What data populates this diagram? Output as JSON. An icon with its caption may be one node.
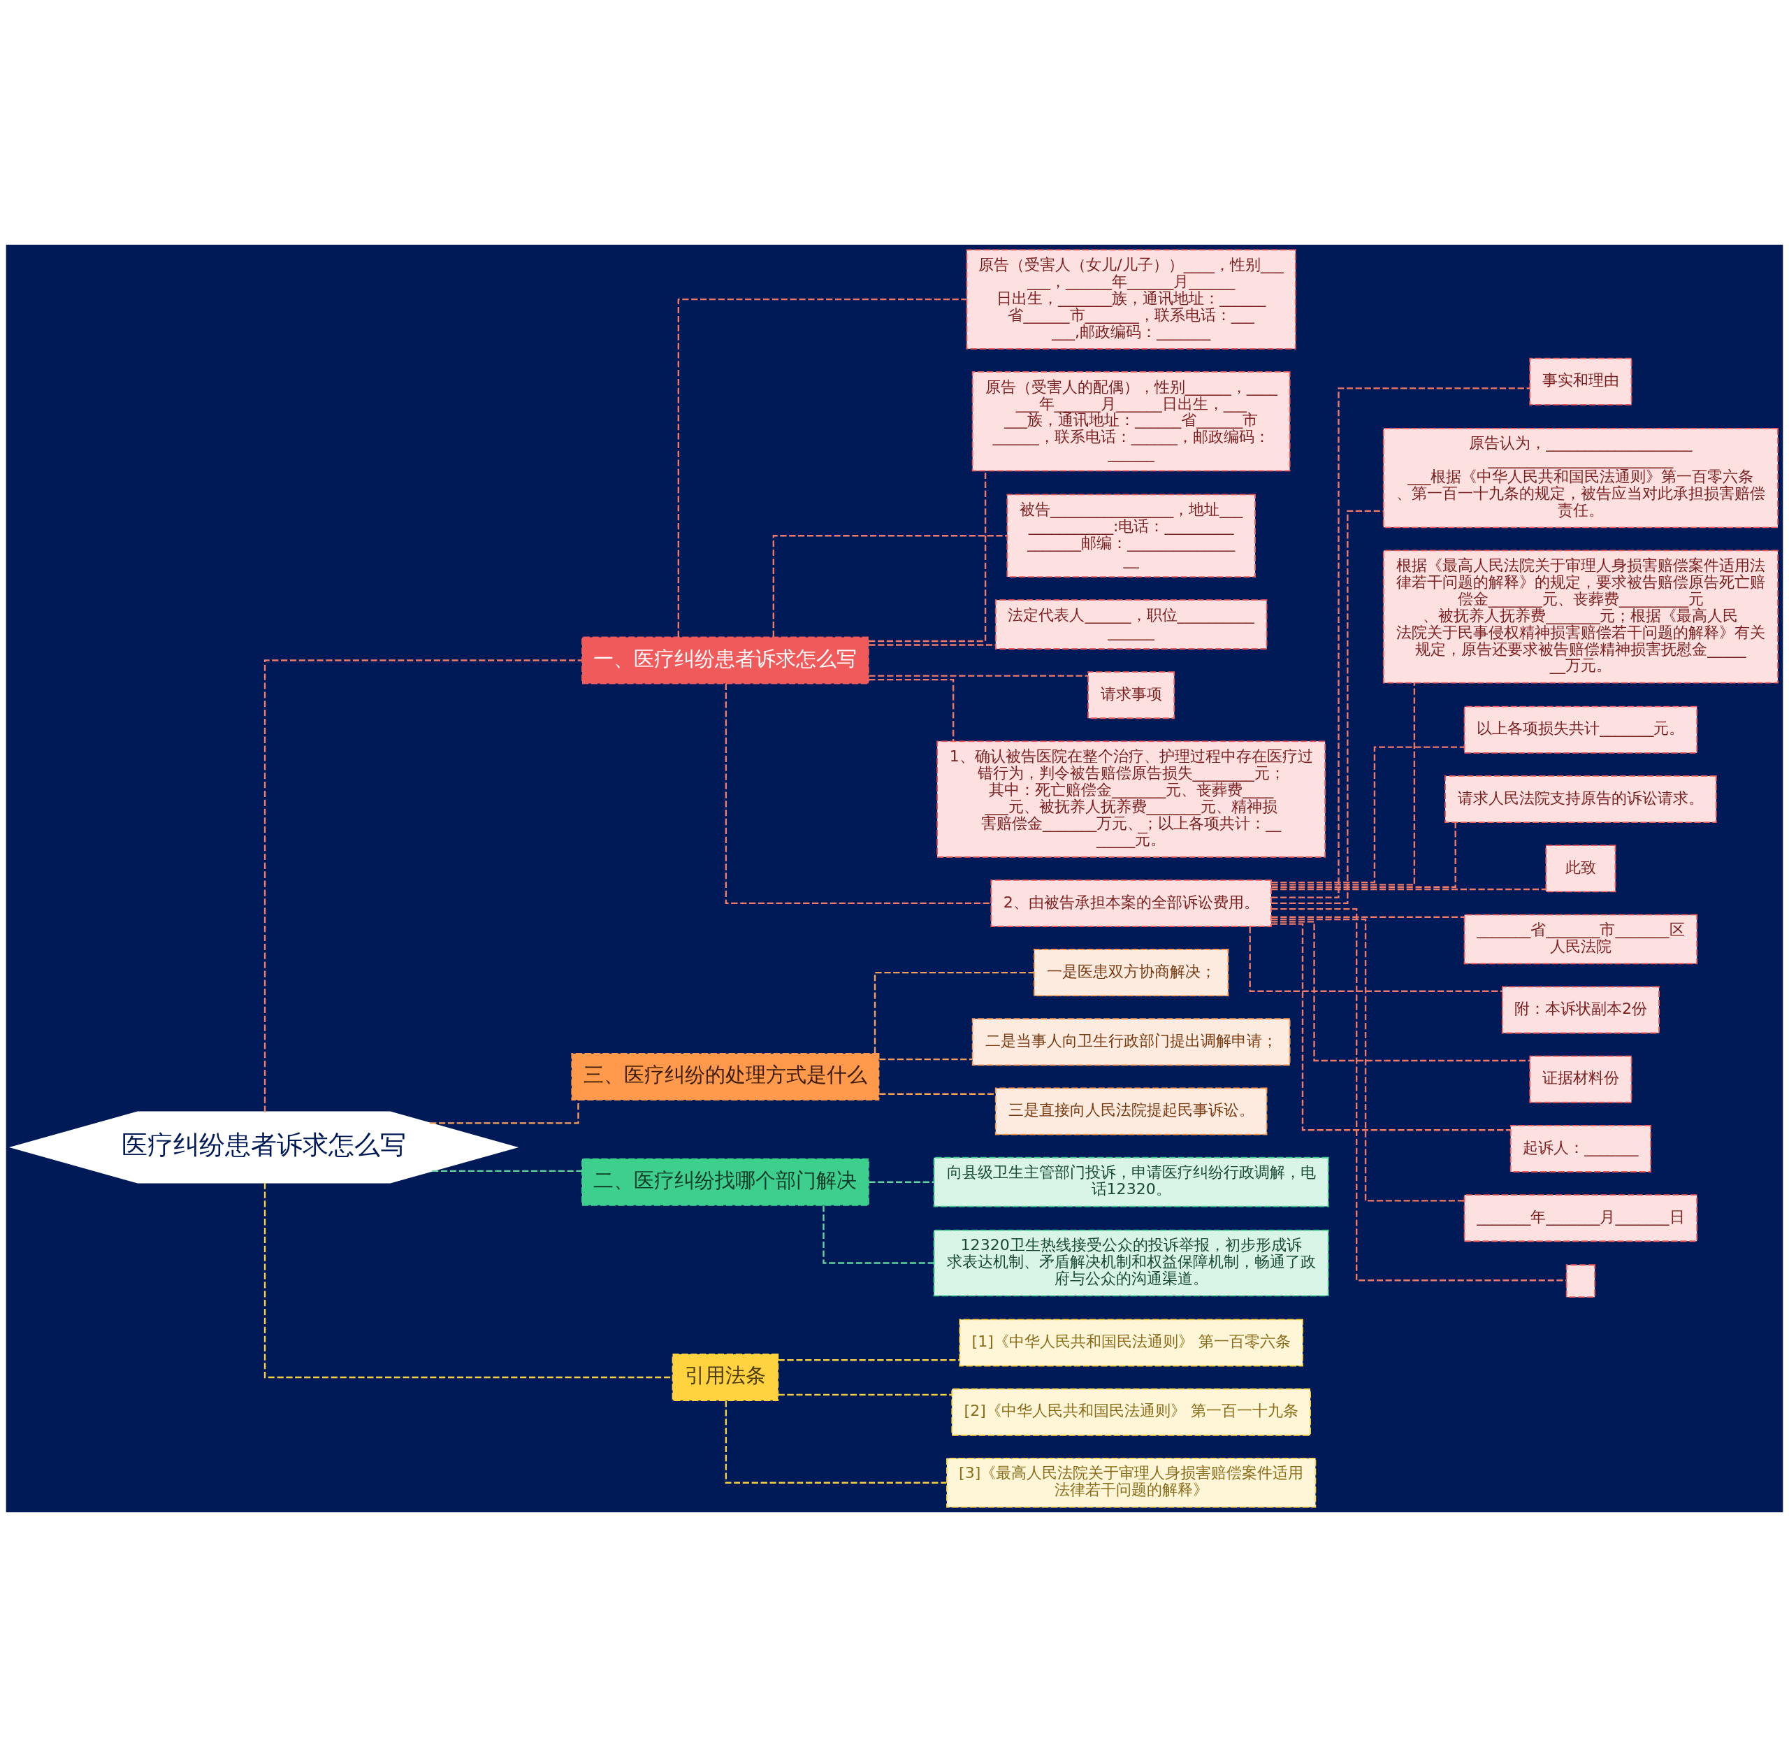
{
  "diagram": {
    "nodes": [
      {
        "text": [
          "医疗纠纷患者诉求怎么写"
        ]
      },
      {
        "text": [
          "一、医疗纠纷患者诉求怎么写"
        ]
      },
      {
        "text": [
          "原告（受害人（女儿/儿子））____，性别______，______年______月______日出生，_______族，通讯地址：______省______市_______，联系电话：______,邮政编码：_______"
        ]
      },
      {
        "text": [
          "原告（受害人的配偶），性别______，_______年______月______日出生，______族，通讯地址：______省______市______，联系电话：______，邮政编码：______"
        ]
      },
      {
        "text": [
          "被告________________，地址______________:电话：________________邮编：________________"
        ]
      },
      {
        "text": [
          "法定代表人______，职位________________"
        ]
      },
      {
        "text": [
          "请求事项"
        ]
      },
      {
        "text": [
          "1、确认被告医院在整个治疗、护理过程中存在医疗过错行为，判令被告赔偿原告损失________元；其中：死亡赔偿金_______元、丧葬费_______元、被抚养人抚养费_______元、精神损害赔偿金_______万元、；以上各项共计：_______元。"
        ]
      },
      {
        "text": [
          "2、由被告承担本案的全部诉讼费用。"
        ]
      },
      {
        "text": [
          "事实和理由"
        ]
      },
      {
        "text": [
          "原告认为，______________________________________________根据《中华人民共和国民法通则》第一百零六条、第一百一十九条的规定，被告应当对此承担损害赔偿责任。"
        ]
      },
      {
        "text": [
          "根据《最高人民法院关于审理人身损害赔偿案件适用法律若干问题的解释》的规定，要求被告赔偿原告死亡赔偿金_______元、丧葬费_________元、被抚养人抚养费_______元；根据《最高人民法院关于民事侵权精神损害赔偿若干问题的解释》有关规定，原告还要求被告赔偿精神损害抚慰金_______万元。"
        ]
      },
      {
        "text": [
          "以上各项损失共计_______元。"
        ]
      },
      {
        "text": [
          "请求人民法院支持原告的诉讼请求。"
        ]
      },
      {
        "text": [
          "此致"
        ]
      },
      {
        "text": [
          "_______省_______市_______区人民法院"
        ]
      },
      {
        "text": [
          "附：本诉状副本2份"
        ]
      },
      {
        "text": [
          "证据材料份"
        ]
      },
      {
        "text": [
          "起诉人：_______"
        ]
      },
      {
        "text": [
          "_______年_______月_______日"
        ]
      },
      {
        "text": [],
        "shape": "box"
      },
      {
        "text": [
          "三、医疗纠纷的处理方式是什么"
        ]
      },
      {
        "text": [
          "一是医患双方协商解决；"
        ]
      },
      {
        "text": [
          "二是当事人向卫生行政部门提出调解申请；"
        ]
      },
      {
        "text": [
          "三是直接向人民法院提起民事诉讼。"
        ]
      },
      {
        "text": [
          "二、医疗纠纷找哪个部门解决"
        ]
      },
      {
        "text": [
          "向县级卫生主管部门投诉，申请医疗纠纷行政调解，电话12320。"
        ]
      },
      {
        "text": [
          "12320卫生热线接受公众的投诉举报，初步形成诉求表达机制、矛盾解决机制和权益保障机制，畅通了政府与公众的沟通渠道。"
        ]
      },
      {
        "text": [
          "引用法条"
        ]
      },
      {
        "text": [
          "[1]《中华人民共和国民法通则》 第一百零六条"
        ]
      },
      {
        "text": [
          "[2]《中华人民共和国民法通则》 第一百一十九条"
        ]
      },
      {
        "text": [
          "[3]《最高人民法院关于审理人身损害赔偿案件适用法律若干问题的解释》"
        ]
      }
    ],
    "edges": [
      {
        "from": 0,
        "to": 1,
        "arrow": "none",
        "style": "dashed",
        "color": "#f07a6a"
      },
      {
        "from": 1,
        "to": 2,
        "arrow": "none",
        "style": "dashed",
        "color": "#f07a6a"
      },
      {
        "from": 1,
        "to": 3,
        "arrow": "none",
        "style": "dashed",
        "color": "#f07a6a"
      },
      {
        "from": 1,
        "to": 4,
        "arrow": "none",
        "style": "dashed",
        "color": "#f07a6a"
      },
      {
        "from": 1,
        "to": 5,
        "arrow": "none",
        "style": "dashed",
        "color": "#f07a6a"
      },
      {
        "from": 1,
        "to": 6,
        "arrow": "none",
        "style": "dashed",
        "color": "#f07a6a"
      },
      {
        "from": 1,
        "to": 7,
        "arrow": "none",
        "style": "dashed",
        "color": "#f07a6a"
      },
      {
        "from": 1,
        "to": 8,
        "arrow": "none",
        "style": "dashed",
        "color": "#f07a6a"
      },
      {
        "from": 8,
        "to": 9,
        "arrow": "none",
        "style": "dashed",
        "color": "#f07a6a"
      },
      {
        "from": 8,
        "to": 10,
        "arrow": "none",
        "style": "dashed",
        "color": "#f07a6a"
      },
      {
        "from": 8,
        "to": 11,
        "arrow": "none",
        "style": "dashed",
        "color": "#f07a6a"
      },
      {
        "from": 8,
        "to": 12,
        "arrow": "none",
        "style": "dashed",
        "color": "#f07a6a"
      },
      {
        "from": 8,
        "to": 13,
        "arrow": "none",
        "style": "dashed",
        "color": "#f07a6a"
      },
      {
        "from": 8,
        "to": 14,
        "arrow": "none",
        "style": "dashed",
        "color": "#f07a6a"
      },
      {
        "from": 8,
        "to": 15,
        "arrow": "none",
        "style": "dashed",
        "color": "#f07a6a"
      },
      {
        "from": 8,
        "to": 16,
        "arrow": "none",
        "style": "dashed",
        "color": "#f07a6a"
      },
      {
        "from": 8,
        "to": 17,
        "arrow": "none",
        "style": "dashed",
        "color": "#f07a6a"
      },
      {
        "from": 8,
        "to": 18,
        "arrow": "none",
        "style": "dashed",
        "color": "#f07a6a"
      },
      {
        "from": 8,
        "to": 19,
        "arrow": "none",
        "style": "dashed",
        "color": "#f07a6a"
      },
      {
        "from": 8,
        "to": 20,
        "arrow": "none",
        "style": "dashed",
        "color": "#f07a6a"
      },
      {
        "from": 0,
        "to": 21,
        "arrow": "none",
        "style": "dashed",
        "color": "#f5a05a"
      },
      {
        "from": 21,
        "to": 22,
        "arrow": "none",
        "style": "dashed",
        "color": "#f5a05a"
      },
      {
        "from": 21,
        "to": 23,
        "arrow": "none",
        "style": "dashed",
        "color": "#f5a05a"
      },
      {
        "from": 21,
        "to": 24,
        "arrow": "none",
        "style": "dashed",
        "color": "#f5a05a"
      },
      {
        "from": 0,
        "to": 25,
        "arrow": "none",
        "style": "dashed",
        "color": "#5fd3a0"
      },
      {
        "from": 25,
        "to": 26,
        "arrow": "none",
        "style": "dashed",
        "color": "#5fd3a0"
      },
      {
        "from": 25,
        "to": 27,
        "arrow": "none",
        "style": "dashed",
        "color": "#5fd3a0"
      },
      {
        "from": 0,
        "to": 28,
        "arrow": "none",
        "style": "dashed",
        "color": "#f5d040"
      },
      {
        "from": 28,
        "to": 29,
        "arrow": "none",
        "style": "dashed",
        "color": "#f5d040"
      },
      {
        "from": 28,
        "to": 30,
        "arrow": "none",
        "style": "dashed",
        "color": "#f5d040"
      },
      {
        "from": 28,
        "to": 31,
        "arrow": "none",
        "style": "dashed",
        "color": "#f5d040"
      }
    ]
  }
}
